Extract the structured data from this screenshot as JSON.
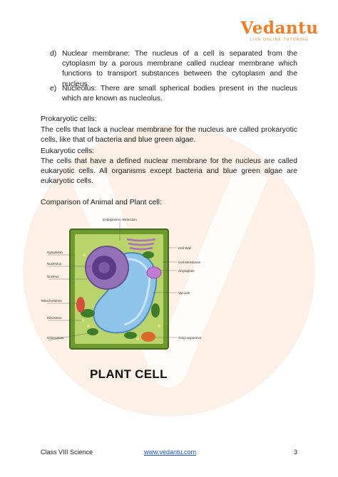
{
  "logo": {
    "name": "Vedantu",
    "tagline": "LIVE ONLINE TUTORING"
  },
  "items": [
    {
      "marker": "d)",
      "text": "Nuclear membrane: The nucleus of a cell is separated from the cytoplasm by a porous membrane called nuclear membrane which functions to transport substances between the cytoplasm and the nucleus."
    },
    {
      "marker": "e)",
      "text": "Nucleolus: There are small spherical bodies present in the nucleus which are known as nucleolus."
    }
  ],
  "prokaryotic": {
    "heading": "Prokaryotic cells:",
    "text": "The cells that lack a nuclear membrane for the nucleus are called prokaryotic cells, like that of bacteria and blue green algae."
  },
  "eukaryotic": {
    "heading": "Eukaryotic cells:",
    "text": "The cells that have a defined nuclear membrane for the nucleus are called eukaryotic cells. All organisms except bacteria and blue green algae are eukaryotic cells."
  },
  "comparison_heading": "Comparison of Animal and Plant cell:",
  "diagram": {
    "title": "PLANT CELL",
    "labels": {
      "er": "Endoplasmic Reticulum",
      "cell_wall": "Cell Wall",
      "cytoplasm": "Cytoplasm",
      "cell_membrane": "Cell Membrane",
      "nucleolus": "Nucleolus",
      "amyloplast": "Amyloplast",
      "nucleus": "Nucleus",
      "vacuole": "Vacuole",
      "mitochondrion": "Mitochondrion",
      "ribosome": "Ribosome",
      "chloroplast": "Chloroplast",
      "golgi": "Golgi apparatus"
    }
  },
  "footer": {
    "left": "Class VIII Science",
    "center": "www.vedantu.com",
    "right": "3"
  },
  "colors": {
    "brand": "#f47b20",
    "link": "#1a4fd6"
  }
}
